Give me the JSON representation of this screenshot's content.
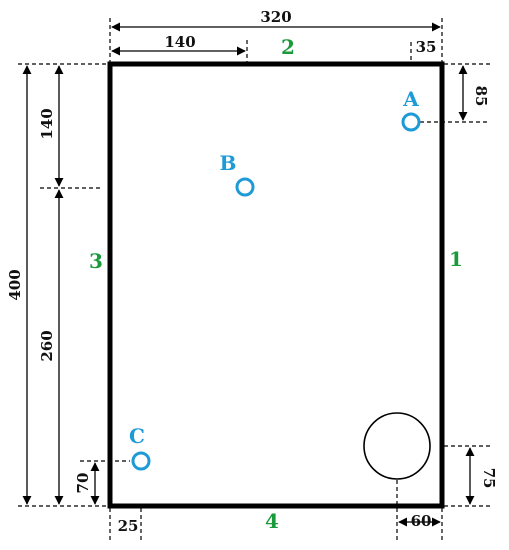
{
  "colors": {
    "frame": "#000000",
    "side_label": "#1a9a3a",
    "point": "#1e9ad6"
  },
  "dimensions": {
    "total_width": "320",
    "left_to_b": "140",
    "right_to_a": "35",
    "top_to_a": "85",
    "height": "400",
    "top_to_b": "140",
    "b_to_bottom": "260",
    "bottom_to_c": "70",
    "left_to_c": "25",
    "bottom_to_circle": "75",
    "right_to_circle": "60"
  },
  "sides": {
    "s1": "1",
    "s2": "2",
    "s3": "3",
    "s4": "4"
  },
  "points": {
    "a": "A",
    "b": "B",
    "c": "C"
  }
}
